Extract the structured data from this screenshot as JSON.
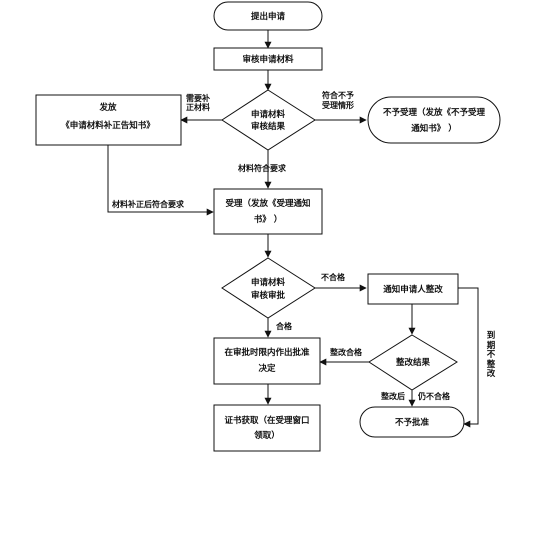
{
  "nodes": {
    "start": "提出申请",
    "review": "审核申请材料",
    "decision1_l1": "申请材料",
    "decision1_l2": "审核结果",
    "issue_l1": "发放",
    "issue_l2": "《申请材料补正告知书》",
    "reject1_l1": "不予受理（发放《不予受理",
    "reject1_l2": "通知书》 ）",
    "accept_l1": "受理（发放《受理通知",
    "accept_l2": "书》 ）",
    "decision2_l1": "申请材料",
    "decision2_l2": "审核审批",
    "notify": "通知申请人整改",
    "decide_l1": "在审批时限内作出批准",
    "decide_l2": "决定",
    "decision3": "整改结果",
    "cert_l1": "证书获取（在受理窗口",
    "cert_l2": "领取）",
    "deny": "不予批准"
  },
  "labels": {
    "need_fix_l1": "需要补",
    "need_fix_l2": "正材料",
    "not_accept_l1": "符合不予",
    "not_accept_l2": "受理情形",
    "meets": "材料符合要求",
    "after_fix": "材料补正后符合要求",
    "fail": "不合格",
    "pass": "合格",
    "fixed_pass": "整改合格",
    "fixed_fail_l1": "整改后",
    "fixed_fail_l2": "仍不合格",
    "overdue": "到期不整改"
  }
}
